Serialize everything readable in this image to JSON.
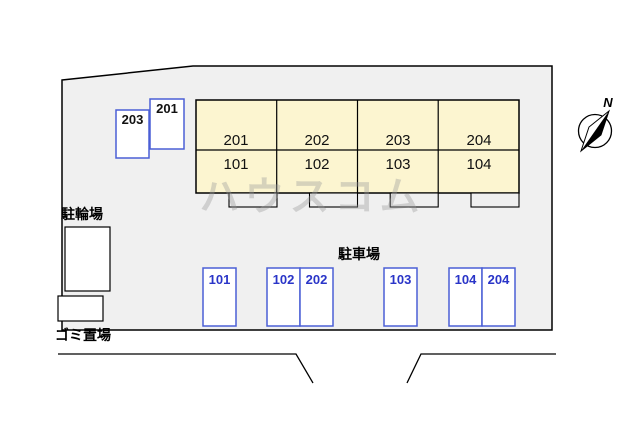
{
  "diagram": {
    "labels": {
      "bicycle_parking": "駐輪場",
      "garbage_area": "ゴミ置場",
      "parking_lot": "駐車場",
      "north": "N"
    },
    "building_units": [
      {
        "upper": "201",
        "lower": "101"
      },
      {
        "upper": "202",
        "lower": "102"
      },
      {
        "upper": "203",
        "lower": "103"
      },
      {
        "upper": "204",
        "lower": "104"
      }
    ],
    "upper_parking": [
      {
        "label": "203"
      },
      {
        "label": "201"
      }
    ],
    "lower_parking": [
      {
        "label": "101"
      },
      {
        "label": "102"
      },
      {
        "label": "202"
      },
      {
        "label": "103"
      },
      {
        "label": "104"
      },
      {
        "label": "204"
      }
    ],
    "watermark": "ハウスコム",
    "colors": {
      "plot_fill": "#f0f0f0",
      "building_fill": "#fcf5d0",
      "porch_fill": "#efefef",
      "parking_stroke": "#4a5fd5",
      "parking_number": "#2a35c8",
      "line": "#000000"
    }
  }
}
